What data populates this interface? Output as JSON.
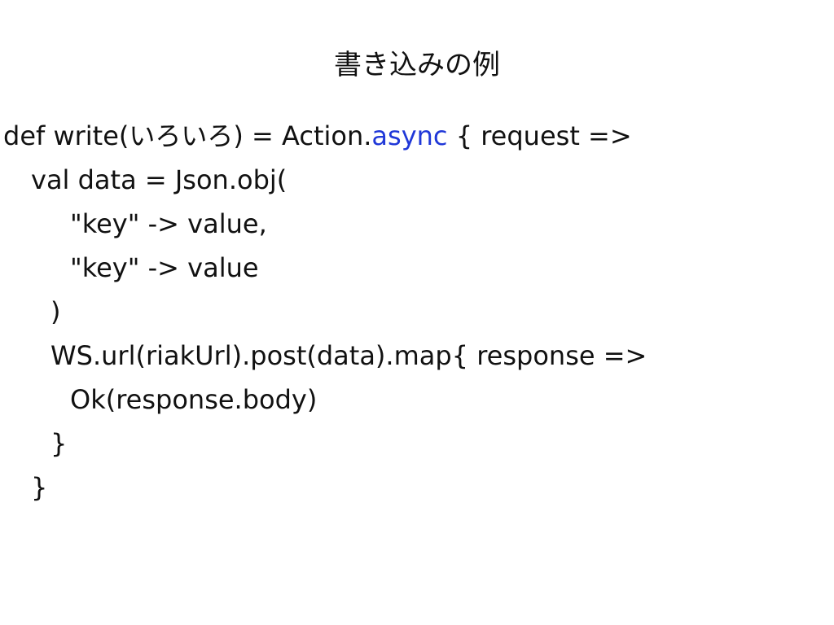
{
  "slide": {
    "title": "書き込みの例",
    "colors": {
      "text": "#111111",
      "keyword": "#2038d8",
      "background": "#ffffff"
    },
    "code": {
      "line1": {
        "before": "def write(いろいろ) = Action.",
        "keyword": "async",
        "after": " { request =>"
      },
      "line2": "val data = Json.obj(",
      "line3": "\"key\" -> value,",
      "line4": "\"key\" -> value",
      "line5": ")",
      "line6": "WS.url(riakUrl).post(data).map{ response =>",
      "line7": "Ok(response.body)",
      "line8": "}",
      "line9": "}"
    }
  }
}
